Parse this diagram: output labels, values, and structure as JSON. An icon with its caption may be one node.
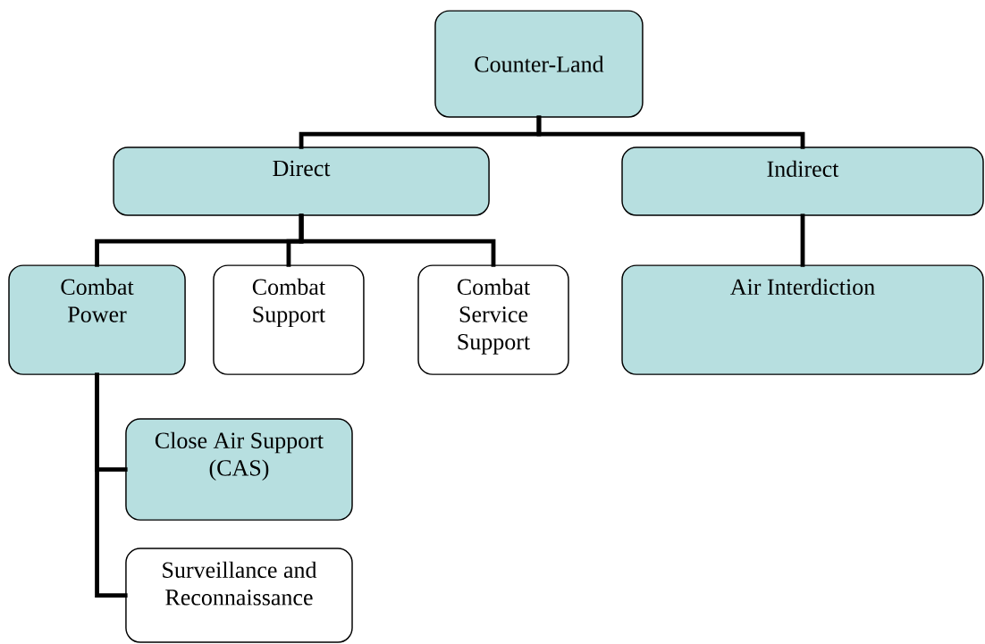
{
  "diagram": {
    "nodes": [
      {
        "text": [
          "Counter-Land"
        ]
      },
      {
        "text": [
          "Direct"
        ]
      },
      {
        "text": [
          "Indirect"
        ]
      },
      {
        "text": [
          "Combat Power"
        ]
      },
      {
        "text": [
          "Combat Support"
        ]
      },
      {
        "text": [
          "Combat Service Support"
        ]
      },
      {
        "text": [
          "Air Interdiction"
        ]
      },
      {
        "text": [
          "Close Air Support (CAS)"
        ]
      },
      {
        "text": [
          "Surveillance and Reconnaissance"
        ]
      }
    ],
    "edges": [
      {
        "from": 0,
        "to": 1,
        "arrow": "none"
      },
      {
        "from": 0,
        "to": 2,
        "arrow": "none"
      },
      {
        "from": 1,
        "to": 3,
        "arrow": "none"
      },
      {
        "from": 1,
        "to": 4,
        "arrow": "none"
      },
      {
        "from": 1,
        "to": 5,
        "arrow": "none"
      },
      {
        "from": 2,
        "to": 6,
        "arrow": "none"
      },
      {
        "from": 3,
        "to": 7,
        "arrow": "none"
      },
      {
        "from": 3,
        "to": 8,
        "arrow": "none"
      }
    ]
  }
}
